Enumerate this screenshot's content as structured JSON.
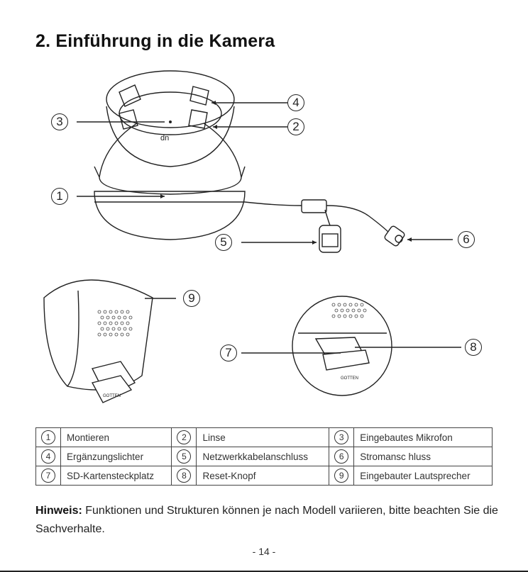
{
  "title": "2. Einführung in die Kamera",
  "callouts": [
    "1",
    "2",
    "3",
    "4",
    "5",
    "6",
    "7",
    "8",
    "9"
  ],
  "diagram_text": {
    "camera_logo": "dn",
    "brand_tag": "GOTTEN"
  },
  "legend": [
    [
      {
        "num": "1",
        "label": "Montieren"
      },
      {
        "num": "2",
        "label": "Linse"
      },
      {
        "num": "3",
        "label": "Eingebautes Mikrofon"
      }
    ],
    [
      {
        "num": "4",
        "label": "Ergänzungslichter"
      },
      {
        "num": "5",
        "label": "Netzwerkkabelanschluss"
      },
      {
        "num": "6",
        "label": "Stromansc hluss"
      }
    ],
    [
      {
        "num": "7",
        "label": "SD-Kartensteckplatz"
      },
      {
        "num": "8",
        "label": "Reset-Knopf"
      },
      {
        "num": "9",
        "label": "Eingebauter Lautsprecher"
      }
    ]
  ],
  "note": {
    "label": "Hinweis:",
    "text": " Funktionen und Strukturen können je nach Modell variieren, bitte beachten Sie die Sachverhalte."
  },
  "page_number": "- 14 -"
}
